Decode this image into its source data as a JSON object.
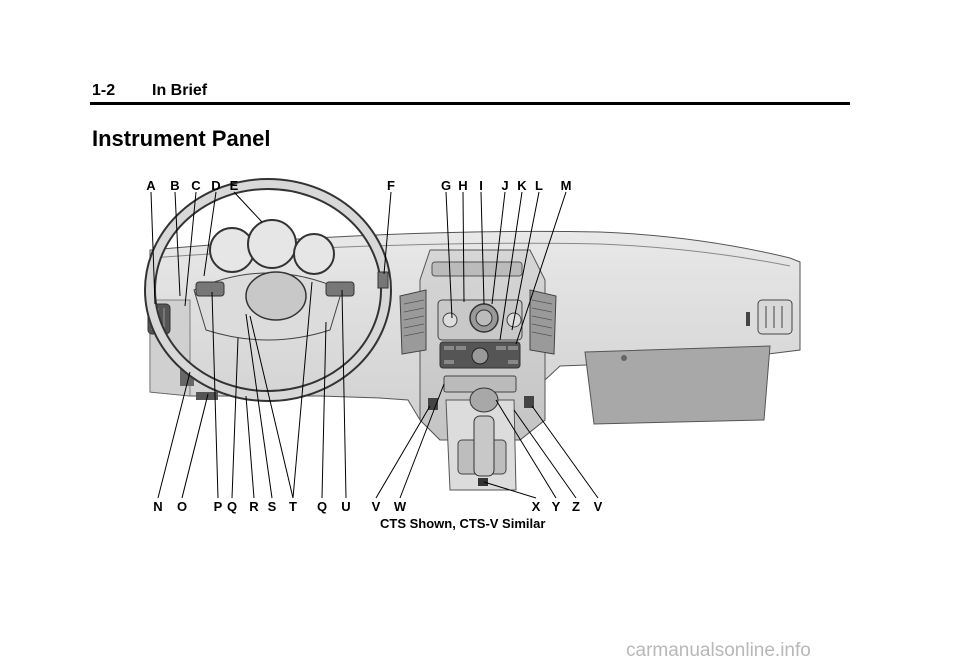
{
  "header": {
    "page_number": "1-2",
    "section": "In Brief"
  },
  "title": "Instrument Panel",
  "figure": {
    "top_callouts": [
      "A",
      "B",
      "C",
      "D",
      "E",
      "F",
      "G",
      "H",
      "I",
      "J",
      "K",
      "L",
      "M"
    ],
    "bottom_callouts": [
      "N",
      "O",
      "P",
      "Q",
      "R",
      "S",
      "T",
      "Q",
      "U",
      "V",
      "W",
      "X",
      "Y",
      "Z",
      "V"
    ],
    "caption": "CTS Shown, CTS-V Similar"
  },
  "watermark": "carmanualsonline.info"
}
